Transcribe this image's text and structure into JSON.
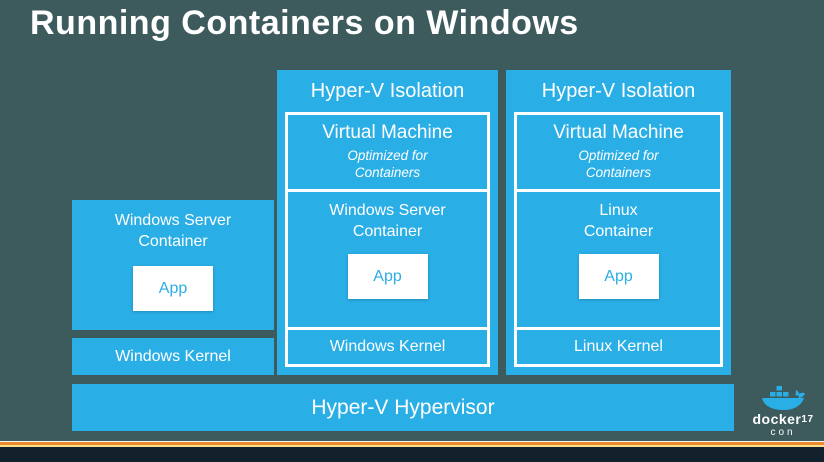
{
  "slide": {
    "title": "Running Containers on Windows"
  },
  "colors": {
    "background": "#3d5a5d",
    "box_blue": "#2aaee6",
    "white": "#ffffff",
    "stripe_orange": "#ee8a2e",
    "stripe_yellow": "#ffdf8e",
    "footer_dark": "#13212c"
  },
  "diagram": {
    "left": {
      "container_lines": [
        "Windows Server",
        "Container"
      ],
      "app_label": "App",
      "kernel_label": "Windows Kernel"
    },
    "middle": {
      "header": "Hyper-V Isolation",
      "vm_title": "Virtual Machine",
      "vm_subtitle_lines": [
        "Optimized for",
        "Containers"
      ],
      "container_lines": [
        "Windows Server",
        "Container"
      ],
      "app_label": "App",
      "kernel_label": "Windows Kernel"
    },
    "right": {
      "header": "Hyper-V Isolation",
      "vm_title": "Virtual Machine",
      "vm_subtitle_lines": [
        "Optimized for",
        "Containers"
      ],
      "container_lines": [
        "Linux",
        "Container"
      ],
      "app_label": "App",
      "kernel_label": "Linux Kernel"
    },
    "hypervisor_label": "Hyper-V Hypervisor"
  },
  "logo": {
    "brand": "docker",
    "year": "17",
    "suffix": "con"
  }
}
